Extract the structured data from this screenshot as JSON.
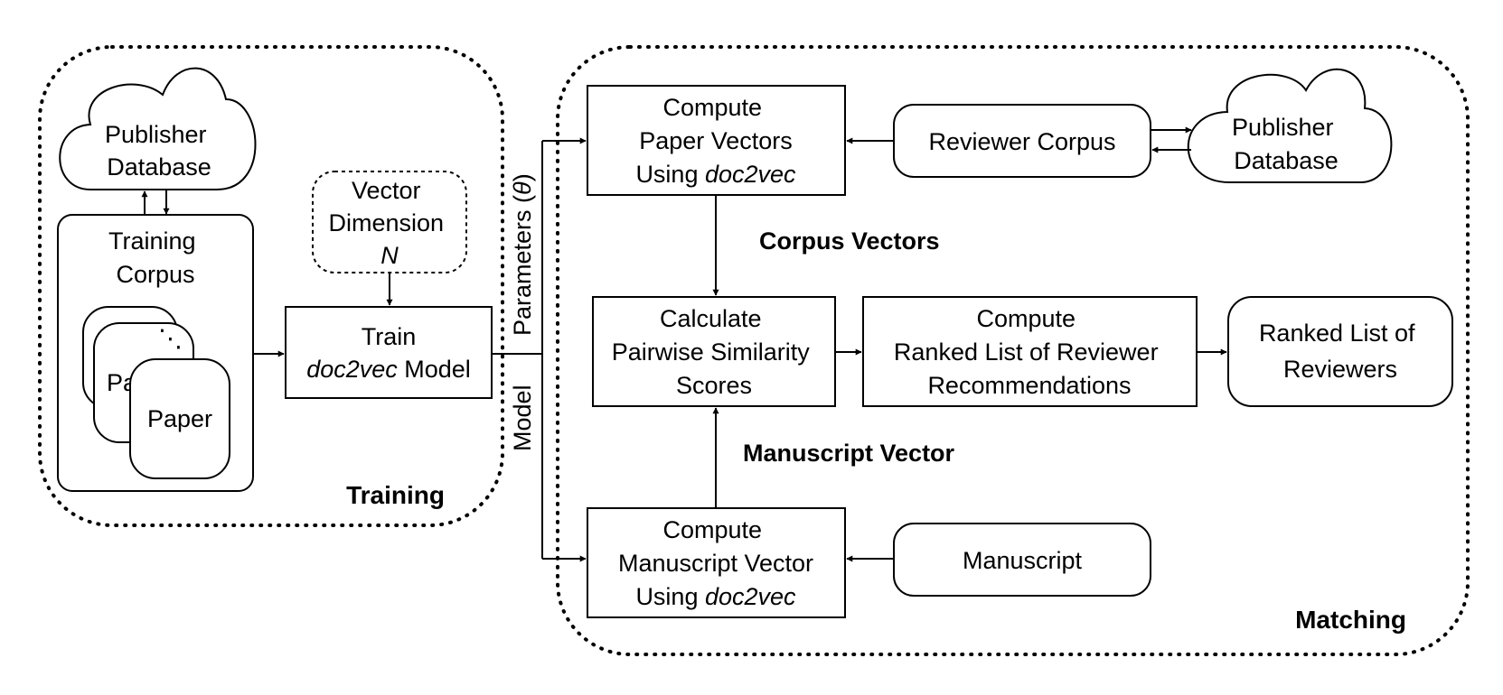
{
  "regions": {
    "training": "Training",
    "matching": "Matching"
  },
  "training": {
    "publisher_db": [
      "Publisher",
      "Database"
    ],
    "corpus": [
      "Training",
      "Corpus"
    ],
    "paper_back": "Pa",
    "paper_dots": "⋱",
    "paper_front": "Paper",
    "vector_dimension": [
      "Vector",
      "Dimension",
      "N"
    ],
    "train_model": {
      "line1": "Train",
      "line2_italic": "doc2vec",
      "line2_rest": " Model"
    }
  },
  "model_params": {
    "params": "Parameters (",
    "theta": "θ",
    "close": ")",
    "model": "Model"
  },
  "matching": {
    "paper_vectors": {
      "line1": "Compute",
      "line2": "Paper Vectors",
      "line3_prefix": "Using ",
      "line3_italic": "doc2vec"
    },
    "reviewer_corpus": "Reviewer Corpus",
    "publisher_db": [
      "Publisher",
      "Database"
    ],
    "corpus_vectors": "Corpus Vectors",
    "similarity": [
      "Calculate",
      "Pairwise Similarity",
      "Scores"
    ],
    "ranked_compute": [
      "Compute",
      "Ranked List of Reviewer",
      "Recommendations"
    ],
    "ranked_list": [
      "Ranked List of",
      "Reviewers"
    ],
    "manuscript_vector_label": "Manuscript Vector",
    "manuscript_vector": {
      "line1": "Compute",
      "line2": "Manuscript Vector",
      "line3_prefix": "Using ",
      "line3_italic": "doc2vec"
    },
    "manuscript": "Manuscript"
  }
}
